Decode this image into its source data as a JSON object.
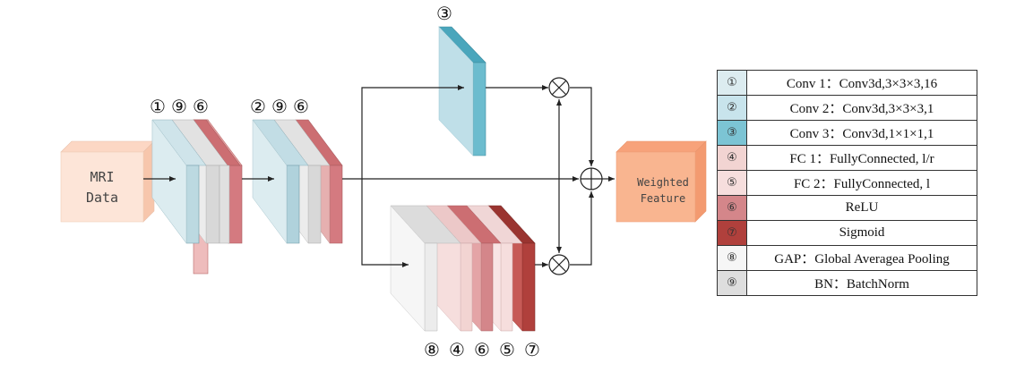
{
  "input_block": {
    "line1": "MRI",
    "line2": "Data"
  },
  "output_block": {
    "line1": "Weighted",
    "line2": "Feature"
  },
  "stack_labels": {
    "stack1": [
      "①",
      "⑨",
      "⑥"
    ],
    "stack2": [
      "②",
      "⑨",
      "⑥"
    ],
    "top_branch": [
      "③"
    ],
    "bottom_branch": [
      "⑧",
      "④",
      "⑥",
      "⑤",
      "⑦"
    ]
  },
  "operators": {
    "multiply": "⊗",
    "add": "⊕"
  },
  "colors": {
    "conv1": "#dcecf0",
    "conv2": "#c8e4ec",
    "conv3": "#7cc4d4",
    "fc1": "#f2d4d2",
    "fc2": "#f6dedd",
    "relu": "#d4868a",
    "sigmoid": "#b0403c",
    "gap": "#f2f2f2",
    "bn": "#dedede",
    "input": "#fde5d8",
    "output": "#f9b590"
  },
  "legend": [
    {
      "num": "①",
      "text": "Conv 1：Conv3d,3×3×3,16",
      "color": "#dcecf0"
    },
    {
      "num": "②",
      "text": "Conv 2：Conv3d,3×3×3,1",
      "color": "#c8e4ec"
    },
    {
      "num": "③",
      "text": "Conv 3：Conv3d,1×1×1,1",
      "color": "#7cc4d4"
    },
    {
      "num": "④",
      "text": "FC 1：FullyConnected, l/r",
      "color": "#f2d4d2"
    },
    {
      "num": "⑤",
      "text": "FC 2：FullyConnected, l",
      "color": "#f6dedd"
    },
    {
      "num": "⑥",
      "text": "ReLU",
      "color": "#d4868a"
    },
    {
      "num": "⑦",
      "text": "Sigmoid",
      "color": "#b0403c"
    },
    {
      "num": "⑧",
      "text": "GAP：Global Averagea Pooling",
      "color": "#f6f6f6"
    },
    {
      "num": "⑨",
      "text": "BN：BatchNorm",
      "color": "#dedede"
    }
  ]
}
